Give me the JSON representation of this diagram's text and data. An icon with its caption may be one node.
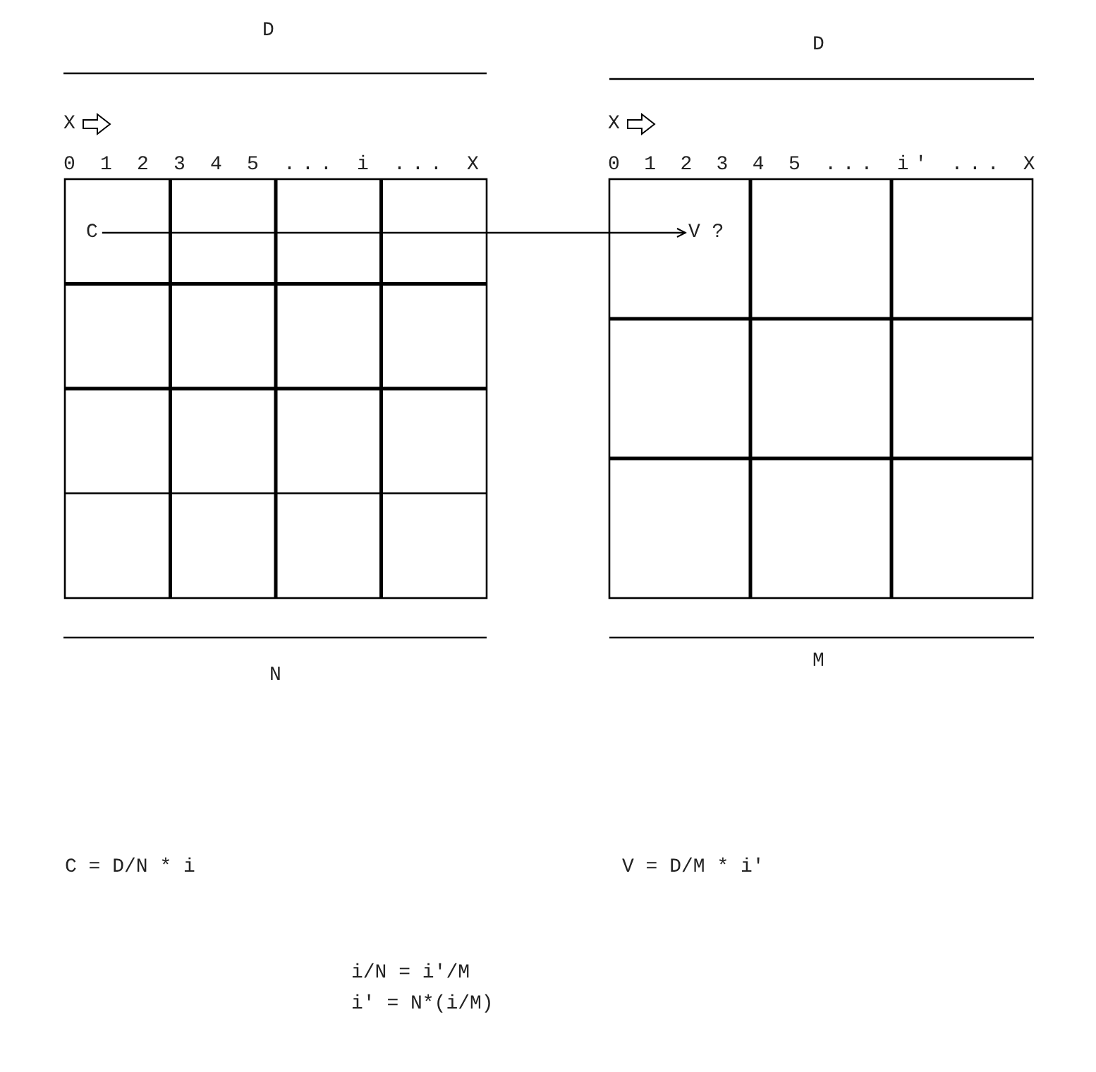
{
  "diagram": {
    "nodes": [
      {
        "text": [
          "C"
        ]
      },
      {
        "text": [
          "V ?"
        ]
      }
    ],
    "edges": [
      {
        "from": 0,
        "to": 1,
        "arrow": "to"
      }
    ],
    "labels": [
      "D",
      "D",
      "X",
      "X",
      "0 1 2 3 4 5 ... i ... X",
      "0 1 2 3 4 5 ... i' ... X",
      "N",
      "M",
      "C = D/N * i",
      "V = D/M * i'",
      "i/N = i'/M",
      "i' = N*(i/M)"
    ]
  }
}
